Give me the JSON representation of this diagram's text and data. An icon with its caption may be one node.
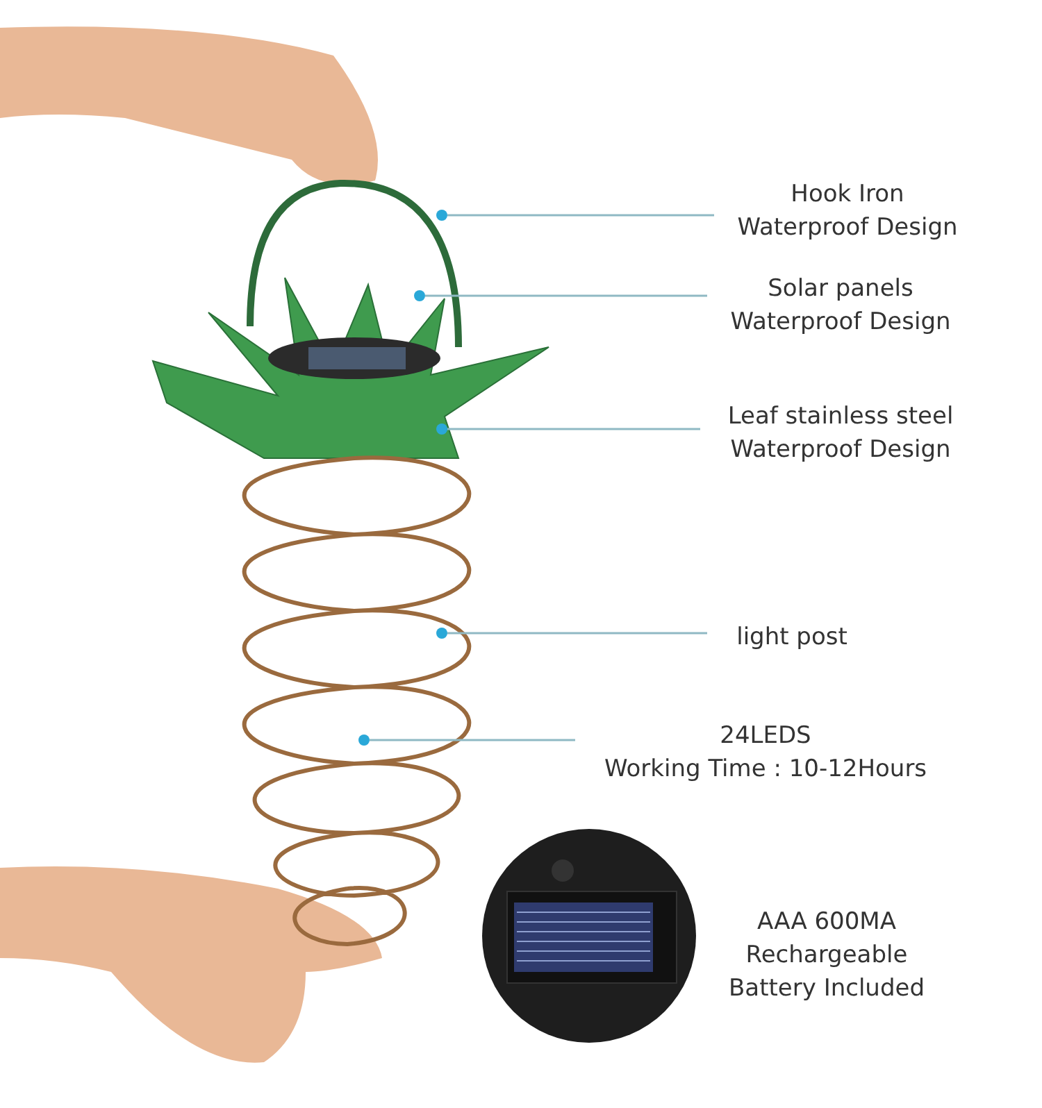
{
  "diagram": {
    "nodes": [
      {
        "text": [
          "Hook Iron",
          "Waterproof Design"
        ]
      },
      {
        "text": [
          "Solar panels",
          "Waterproof Design"
        ]
      },
      {
        "text": [
          "Leaf stainless steel",
          "Waterproof Design"
        ]
      },
      {
        "text": [
          "light post"
        ]
      },
      {
        "text": [
          "24LEDS",
          "Working Time : 10-12Hours"
        ]
      },
      {
        "text": [],
        "shape": "circle"
      },
      {
        "text": [],
        "shape": "circle"
      },
      {
        "text": [],
        "shape": "circle"
      },
      {
        "text": [],
        "shape": "circle"
      },
      {
        "text": [],
        "shape": "circle"
      }
    ],
    "edges": [
      {
        "from": 0,
        "to": 5,
        "arrow": "none"
      },
      {
        "from": 1,
        "to": 6,
        "arrow": "none"
      },
      {
        "from": 2,
        "to": 7,
        "arrow": "none"
      },
      {
        "from": 3,
        "to": 8,
        "arrow": "none"
      },
      {
        "from": 4,
        "to": 9,
        "arrow": "none"
      }
    ],
    "labels": [
      "AAA 600MA Rechargeable Battery Included"
    ]
  }
}
